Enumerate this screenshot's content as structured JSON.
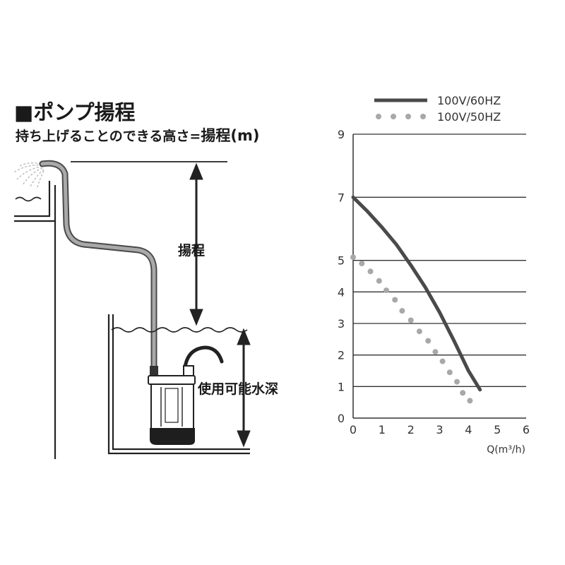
{
  "heading": {
    "title": "■ポンプ揚程",
    "subtitle_main": "持ち上げることのできる高さ=",
    "subtitle_strong": "揚程(m)"
  },
  "diagram": {
    "lift_label": "揚程",
    "depth_label": "使用可能水深"
  },
  "chart_data": {
    "type": "line",
    "title": "",
    "xlabel": "Q(m³/h)",
    "ylabel": "",
    "xlim": [
      0,
      6
    ],
    "ylim": [
      0,
      9
    ],
    "x_ticks": [
      "0",
      "1",
      "2",
      "3",
      "4",
      "5",
      "6"
    ],
    "y_ticks": [
      "0",
      "1",
      "2",
      "3",
      "4",
      "5",
      "7",
      "9"
    ],
    "grid": "horizontal",
    "legend_position": "top",
    "series": [
      {
        "name": "100V/60HZ",
        "style": "solid",
        "color": "#4a4a4a",
        "x": [
          0,
          0.5,
          1.0,
          1.5,
          2.0,
          2.5,
          3.0,
          3.5,
          4.0,
          4.4
        ],
        "y": [
          7.0,
          6.55,
          6.05,
          5.5,
          4.85,
          4.15,
          3.35,
          2.45,
          1.5,
          0.9
        ]
      },
      {
        "name": "100V/50HZ",
        "style": "dotted",
        "color": "#a8a8a8",
        "x": [
          0,
          0.3,
          0.6,
          0.9,
          1.15,
          1.45,
          1.7,
          2.0,
          2.3,
          2.6,
          2.85,
          3.1,
          3.35,
          3.6,
          3.8,
          4.05
        ],
        "y": [
          5.1,
          4.9,
          4.65,
          4.35,
          4.05,
          3.75,
          3.4,
          3.1,
          2.75,
          2.45,
          2.1,
          1.8,
          1.45,
          1.15,
          0.8,
          0.55
        ]
      }
    ]
  }
}
